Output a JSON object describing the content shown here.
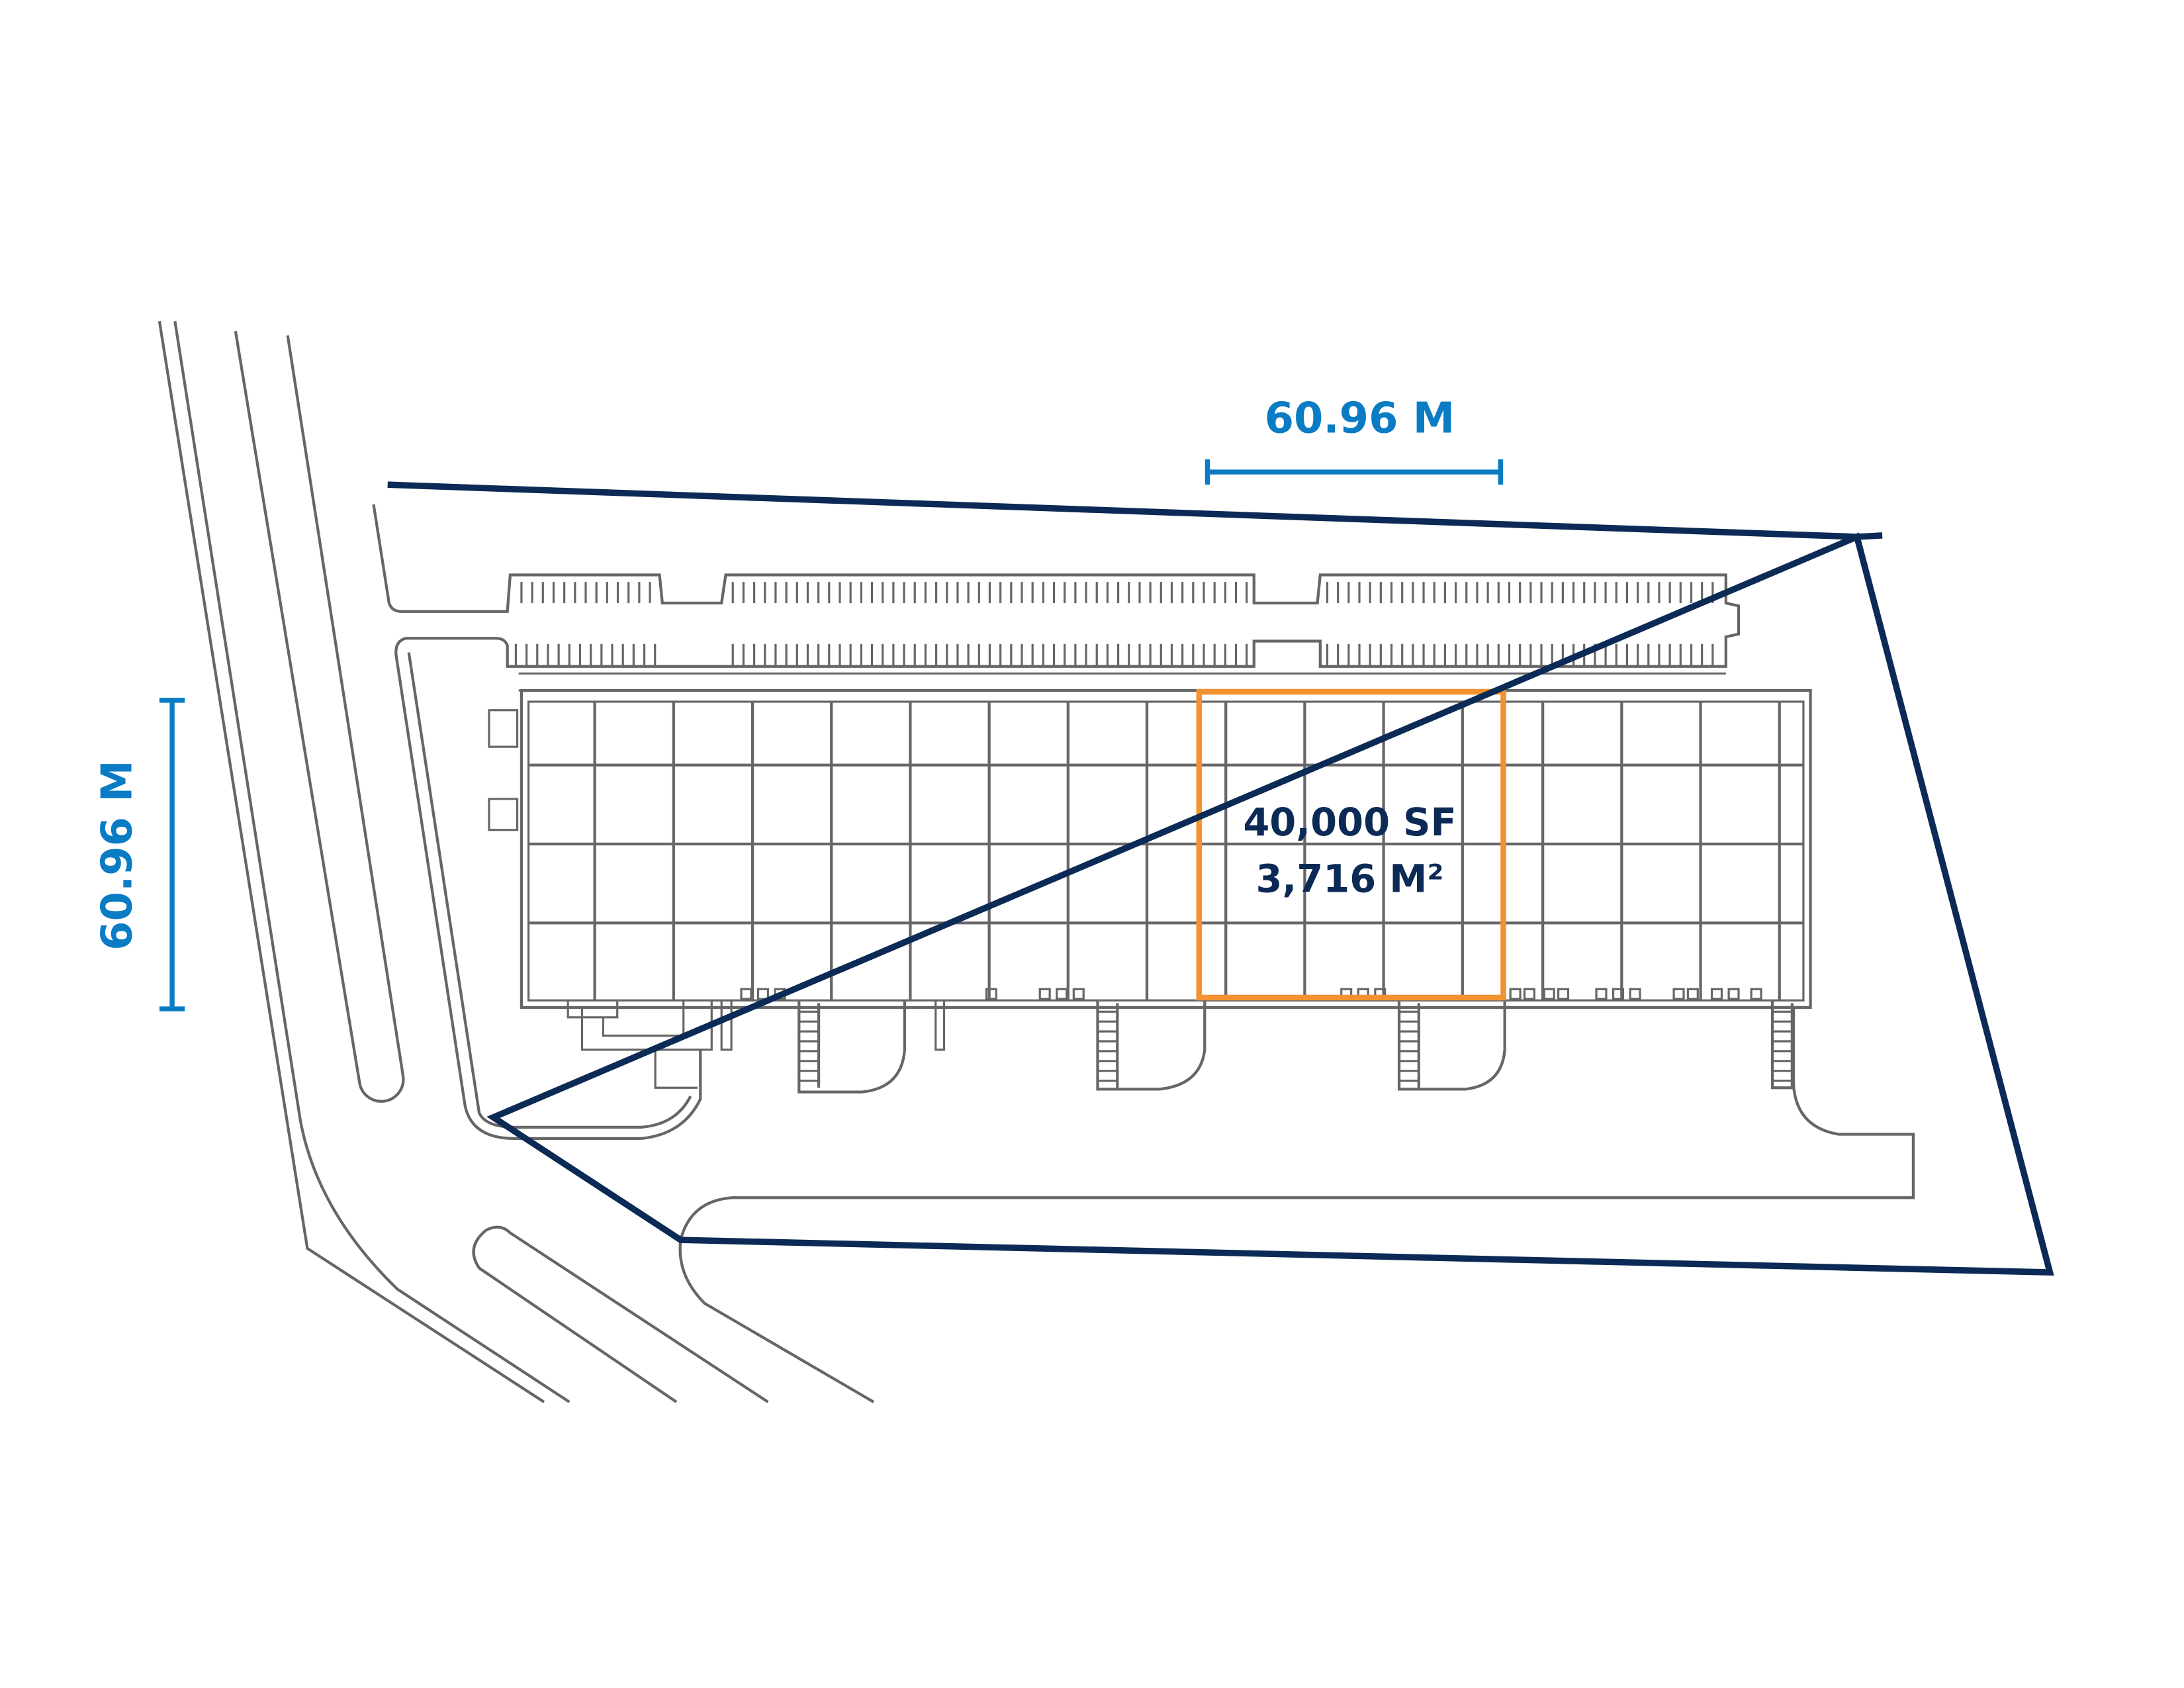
{
  "site_plan": {
    "highlight_area": {
      "sf": "40,000 SF",
      "m2": "3,716 M²"
    },
    "dimension_horizontal": "60.96 M",
    "dimension_vertical": "60.96 M",
    "colors": {
      "boundary": "#0b2a55",
      "highlight": "#f39230",
      "dimension": "#0a7cc4",
      "label": "#0b2a55",
      "linework": "#666666"
    }
  }
}
